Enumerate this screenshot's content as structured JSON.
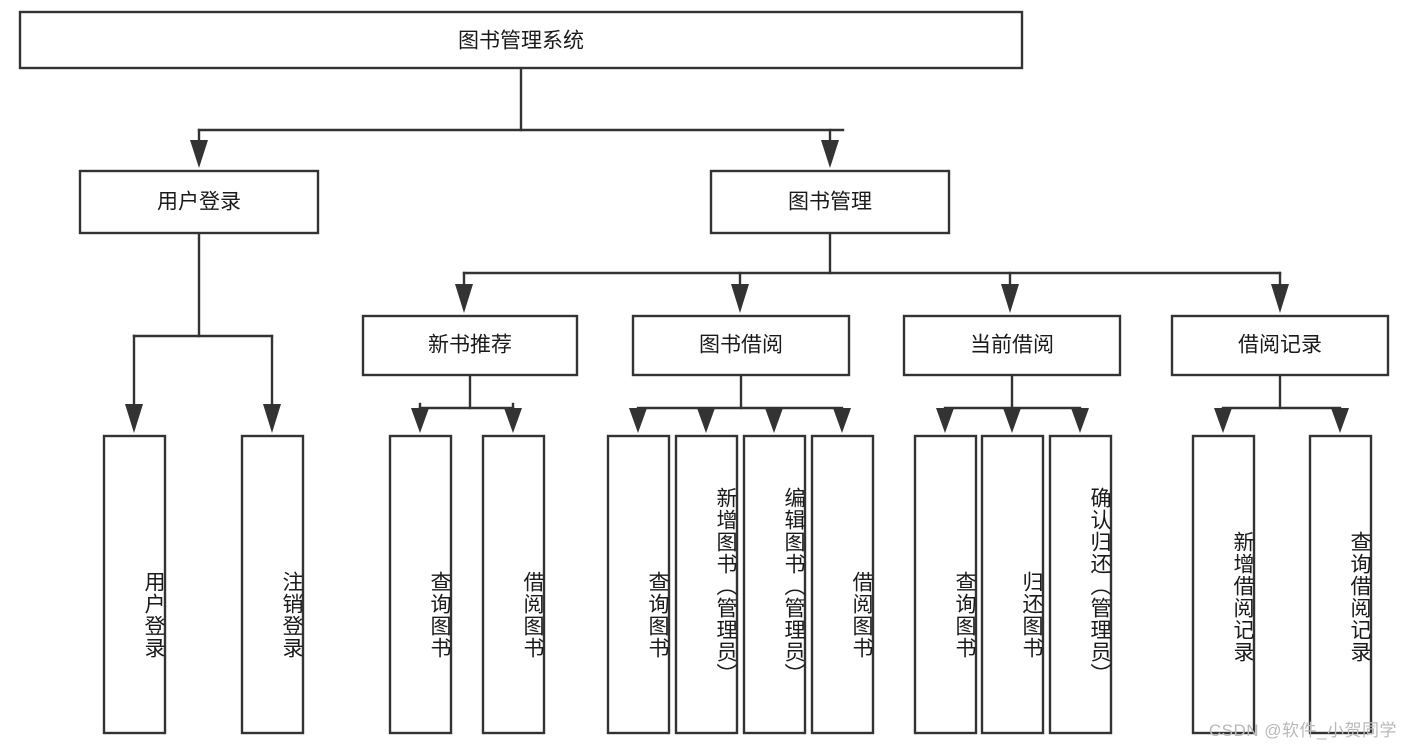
{
  "diagram": {
    "title": "图书管理系统",
    "type": "tree-hierarchy-diagram",
    "colors": {
      "stroke": "#333333",
      "fill": "#ffffff",
      "text": "#1a1a1a",
      "watermark": "#b9b9b9",
      "background": "#ffffff"
    },
    "root": {
      "label": "图书管理系统",
      "id": "root"
    },
    "level2": [
      {
        "id": "user-login",
        "label": "用户登录"
      },
      {
        "id": "book-management",
        "label": "图书管理"
      }
    ],
    "level3": [
      {
        "id": "new-book-recommend",
        "label": "新书推荐",
        "parent": "book-management"
      },
      {
        "id": "book-borrow",
        "label": "图书借阅",
        "parent": "book-management"
      },
      {
        "id": "current-borrow",
        "label": "当前借阅",
        "parent": "book-management"
      },
      {
        "id": "borrow-record",
        "label": "借阅记录",
        "parent": "book-management"
      }
    ],
    "leaves": {
      "user-login": [
        {
          "id": "leaf-user-login",
          "label": "用户登录"
        },
        {
          "id": "leaf-user-logout",
          "label": "注销登录"
        }
      ],
      "new-book-recommend": [
        {
          "id": "leaf-query-book-1",
          "label": "查询图书"
        },
        {
          "id": "leaf-borrow-book-1",
          "label": "借阅图书"
        }
      ],
      "book-borrow": [
        {
          "id": "leaf-query-book-2",
          "label": "查询图书"
        },
        {
          "id": "leaf-add-book",
          "label": "新增图书（管理员）"
        },
        {
          "id": "leaf-edit-book",
          "label": "编辑图书（管理员）"
        },
        {
          "id": "leaf-borrow-book-2",
          "label": "借阅图书"
        }
      ],
      "current-borrow": [
        {
          "id": "leaf-query-book-3",
          "label": "查询图书"
        },
        {
          "id": "leaf-return-book",
          "label": "归还图书"
        },
        {
          "id": "leaf-confirm-return",
          "label": "确认归还（管理员）"
        }
      ],
      "borrow-record": [
        {
          "id": "leaf-add-record",
          "label": "新增借阅记录"
        },
        {
          "id": "leaf-query-record",
          "label": "查询借阅记录"
        }
      ]
    },
    "watermark": "CSDN @软件_小贺同学"
  }
}
